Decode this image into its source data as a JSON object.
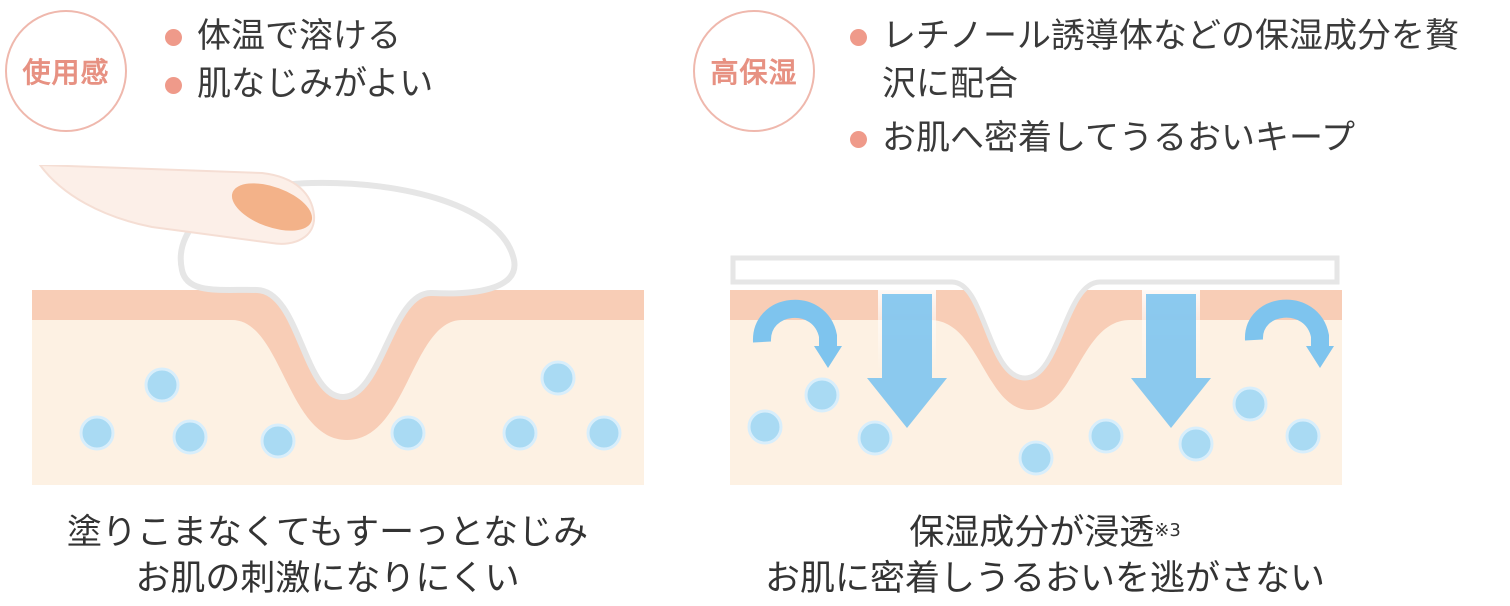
{
  "left": {
    "badge": "使用感",
    "bullets": [
      "体温で溶ける",
      "肌なじみがよい"
    ],
    "caption_line1": "塗りこまなくてもすーっとなじみ",
    "caption_line2": "お肌の刺激になりにくい"
  },
  "right": {
    "badge": "高保湿",
    "bullets": [
      "レチノール誘導体などの保湿成分を贅沢に配合",
      "お肌へ密着してうるおいキープ"
    ],
    "caption_line1": "保湿成分が浸透",
    "caption_note": "※3",
    "caption_line2": "お肌に密着しうるおいを逃がさない"
  },
  "colors": {
    "badge_text": "#e79182",
    "badge_border": "#efb8ad",
    "bullet_dot": "#ef9a8a",
    "skin_base": "#fdf1e3",
    "skin_top": "#f8cdb6",
    "droplet": "#9fd4f0",
    "arrow": "#7ec4ee"
  }
}
